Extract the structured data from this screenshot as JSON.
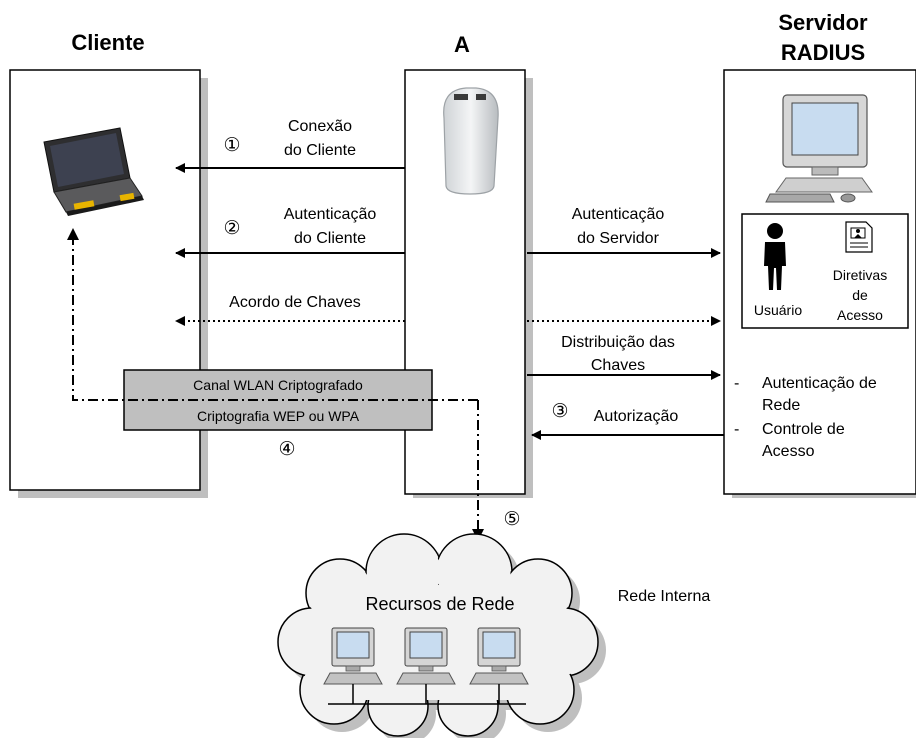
{
  "headers": {
    "client": "Cliente",
    "ap": "A",
    "server_line1": "Servidor",
    "server_line2": "RADIUS"
  },
  "steps": {
    "s1": "①",
    "s2": "②",
    "s3": "③",
    "s4": "④",
    "s5": "⑤"
  },
  "arrows": {
    "client_connection": [
      "Conexão",
      "do Cliente"
    ],
    "client_auth": [
      "Autenticação",
      "do Cliente"
    ],
    "key_agreement": "Acordo de Chaves",
    "server_auth": [
      "Autenticação",
      "do Servidor"
    ],
    "key_distribution": [
      "Distribuição das",
      "Chaves"
    ],
    "authorization": "Autorização"
  },
  "channel": {
    "line1": "Canal WLAN Criptografado",
    "line2": "Criptografia WEP ou WPA"
  },
  "server_box": {
    "user_label": "Usuário",
    "policies": [
      "Diretivas",
      "de",
      "Acesso"
    ]
  },
  "server_notes": {
    "dash": "-",
    "note1": [
      "Autenticação de",
      "Rede"
    ],
    "note2": [
      "Controle de",
      "Acesso"
    ]
  },
  "network": {
    "cloud_label": "Recursos de Rede",
    "side_label": "Rede Interna"
  },
  "colors": {
    "shadow": "#bfbfbf",
    "channel_fill": "#bfbfbf",
    "cloud_fill": "#f2f2f2",
    "monitor_screen": "#c8dcf0"
  }
}
